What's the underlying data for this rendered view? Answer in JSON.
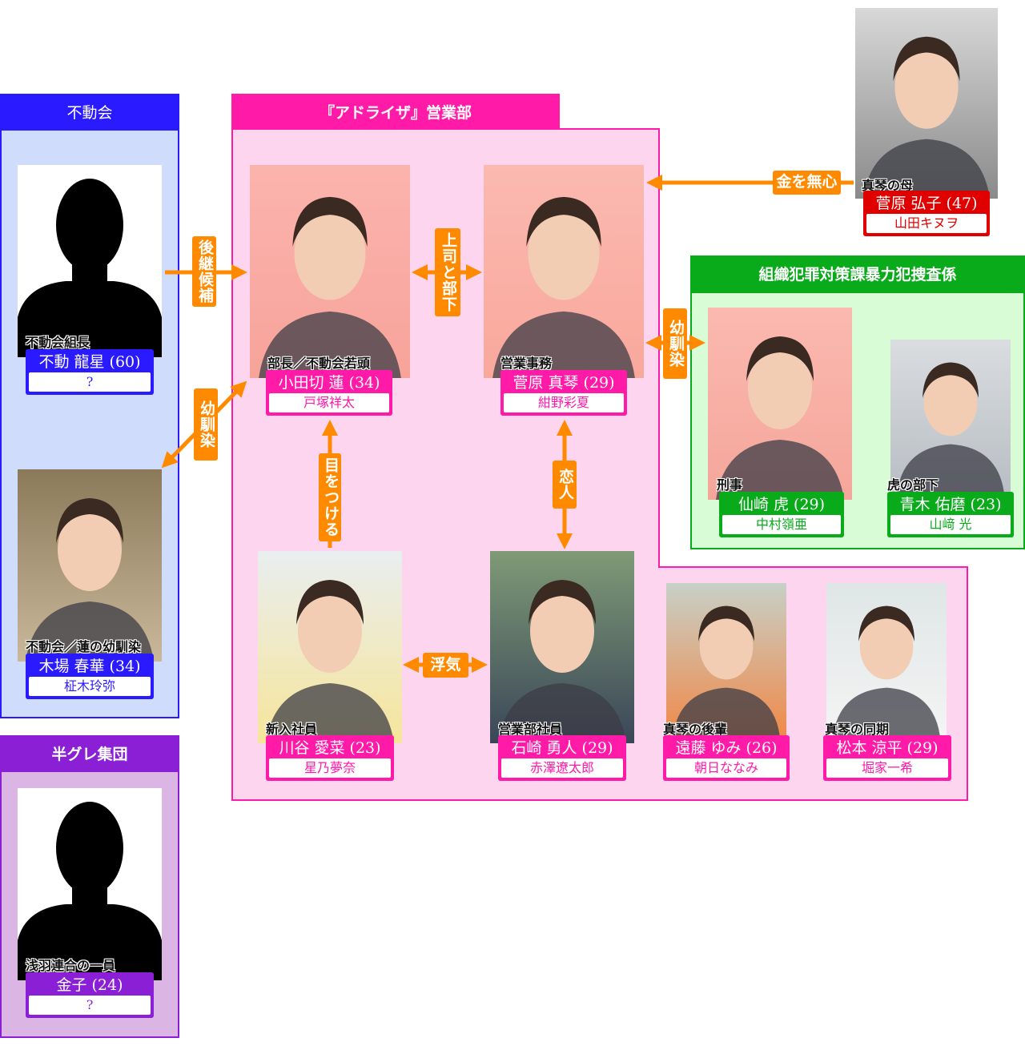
{
  "colors": {
    "blue": "#2a1aff",
    "purple": "#8a1fd6",
    "pink": "#ff1aa8",
    "green": "#0aab1a",
    "red": "#e00000",
    "arrow": "#ff8a00"
  },
  "groups": {
    "fudokai": "不動会",
    "hangure": "半グレ集団",
    "adoraiza": "『アドライザ』営業部",
    "police": "組織犯罪対策課暴力犯捜査係"
  },
  "relations": {
    "successor": "後継候補",
    "childhood_left": "幼馴染",
    "boss": "上司と部下",
    "target": "目をつける",
    "lovers": "恋人",
    "affair": "浮気",
    "childhood_right": "幼馴染",
    "money": "金を無心"
  },
  "characters": [
    {
      "id": "fudo",
      "role": "不動会組長",
      "name": "不動 龍星 (60)",
      "actor": "?",
      "color": "blue",
      "silhouette": true
    },
    {
      "id": "kiba",
      "role": "不動会／蓮の幼馴染",
      "name": "木場 春華 (34)",
      "actor": "柾木玲弥",
      "color": "blue"
    },
    {
      "id": "kaneko",
      "role": "浅羽連合の一員",
      "name": "金子 (24)",
      "actor": "?",
      "color": "purple",
      "silhouette": true
    },
    {
      "id": "odagiri",
      "role": "部長／不動会若頭",
      "name": "小田切 蓮 (34)",
      "actor": "戸塚祥太",
      "color": "pink"
    },
    {
      "id": "makoto",
      "role": "営業事務",
      "name": "菅原 真琴 (29)",
      "actor": "紺野彩夏",
      "color": "pink"
    },
    {
      "id": "hiroko",
      "role": "真琴の母",
      "name": "菅原 弘子 (47)",
      "actor": "山田キヌヲ",
      "color": "red"
    },
    {
      "id": "tora",
      "role": "刑事",
      "name": "仙崎 虎 (29)",
      "actor": "中村嶺亜",
      "color": "green"
    },
    {
      "id": "aoki",
      "role": "虎の部下",
      "name": "青木 佑磨 (23)",
      "actor": "山﨑 光",
      "color": "green"
    },
    {
      "id": "kawatani",
      "role": "新入社員",
      "name": "川谷 愛菜 (23)",
      "actor": "星乃夢奈",
      "color": "pink"
    },
    {
      "id": "ishizaki",
      "role": "営業部社員",
      "name": "石崎 勇人 (29)",
      "actor": "赤澤遼太郎",
      "color": "pink"
    },
    {
      "id": "endo",
      "role": "真琴の後輩",
      "name": "遠藤 ゆみ (26)",
      "actor": "朝日ななみ",
      "color": "pink"
    },
    {
      "id": "matsumoto",
      "role": "真琴の同期",
      "name": "松本 涼平 (29)",
      "actor": "堀家一希",
      "color": "pink"
    }
  ]
}
